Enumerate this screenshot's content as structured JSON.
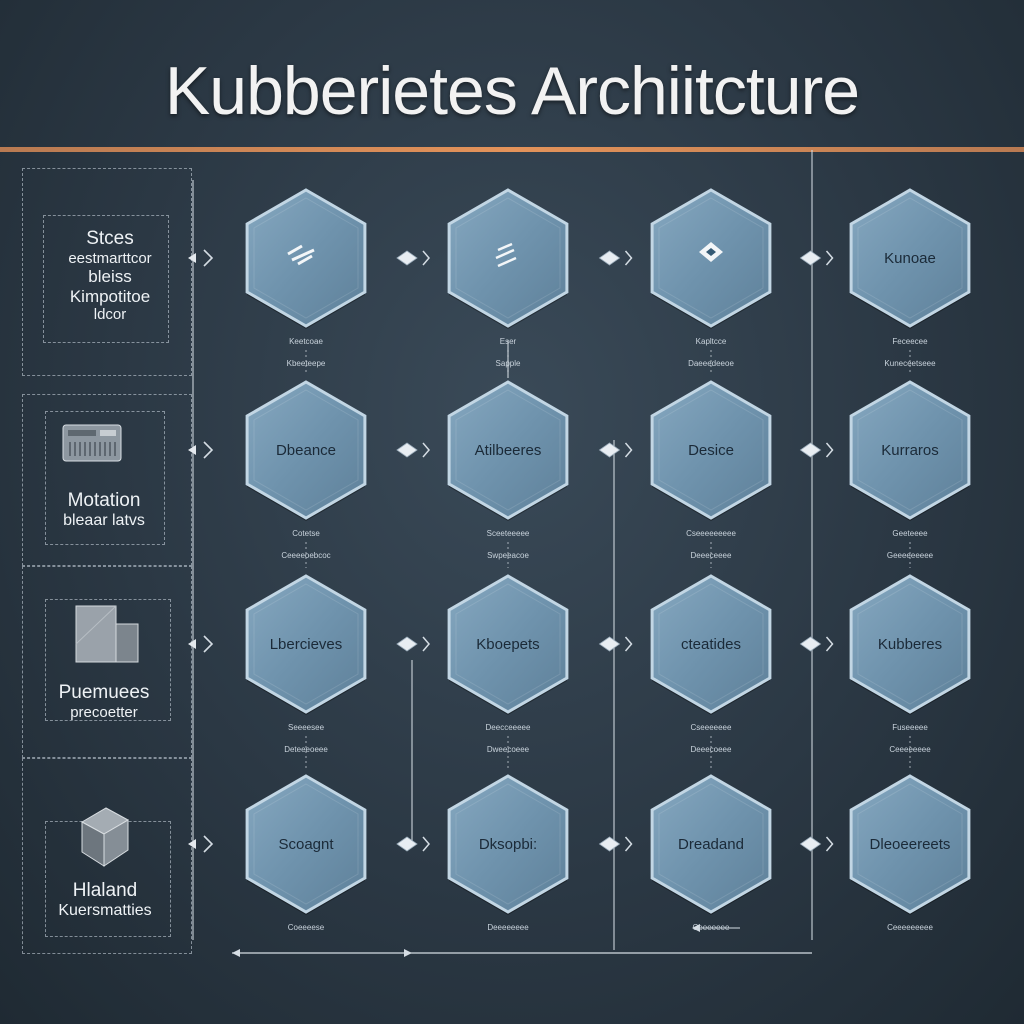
{
  "title": "Kubberietes Archiitcture",
  "colors": {
    "background": "#2b3844",
    "accent_rule": "#e4935a",
    "hex_fill": "#6f93ad",
    "hex_border": "#c2d6e4",
    "line": "#d5dde4"
  },
  "side_panels": [
    {
      "lines": [
        "Stces",
        "eestmarttcor",
        "bleiss",
        "Kimpotitoe",
        "ldcor"
      ],
      "icon": "none"
    },
    {
      "lines": [
        "Motation",
        "bleaar latvs"
      ],
      "icon": "server-rack-icon"
    },
    {
      "lines": [
        "Puemuees",
        "precoetter"
      ],
      "icon": "storage-box-icon"
    },
    {
      "lines": [
        "Hlaland",
        "Kuersmatties"
      ],
      "icon": "cube-icon"
    }
  ],
  "rows": [
    {
      "nodes": [
        {
          "label": "",
          "icon": "stripes-icon"
        },
        {
          "label": "",
          "icon": "lines-icon"
        },
        {
          "label": "",
          "icon": "diamond-icon"
        },
        {
          "label": "Kunoae",
          "icon": "none"
        }
      ],
      "captions": [
        "Keetcoae Kbeeteepe",
        "Eser Sapple",
        "Kapltcce Daeeedeeoe",
        "Feceecee Kuneceetseee"
      ]
    },
    {
      "nodes": [
        {
          "label": "Dbeance",
          "icon": "none"
        },
        {
          "label": "Atilbeeres",
          "icon": "none"
        },
        {
          "label": "Desice",
          "icon": "none"
        },
        {
          "label": "Kurraros",
          "icon": "none"
        }
      ],
      "captions": [
        "Cotetse Ceeeeoebcoc",
        "Sceeteeeee Swpeeacoe",
        "Cseeeeeeeee Deeeceeee",
        "Geeteeee Geeeeeeeee"
      ]
    },
    {
      "nodes": [
        {
          "label": "Lbercieves",
          "icon": "none"
        },
        {
          "label": "Kboepets",
          "icon": "none"
        },
        {
          "label": "cteatides",
          "icon": "none"
        },
        {
          "label": "Kubberes",
          "icon": "none"
        }
      ],
      "captions": [
        "Seeeesee Deteeeoeee",
        "Deecceeeee Dweecoeee",
        "Cseeeeeee Deeecoeee",
        "Fuseeeee Ceeeeeeee"
      ]
    },
    {
      "nodes": [
        {
          "label": "Scoagnt",
          "icon": "none"
        },
        {
          "label": "Dksopbi:",
          "icon": "none"
        },
        {
          "label": "Dreadand",
          "icon": "none"
        },
        {
          "label": "Dleoeereets",
          "icon": "none"
        }
      ],
      "captions": [
        "Coeeeese",
        "Deeeeeeee",
        "Ceeeeeee",
        "Ceeeeeeeee"
      ]
    }
  ]
}
